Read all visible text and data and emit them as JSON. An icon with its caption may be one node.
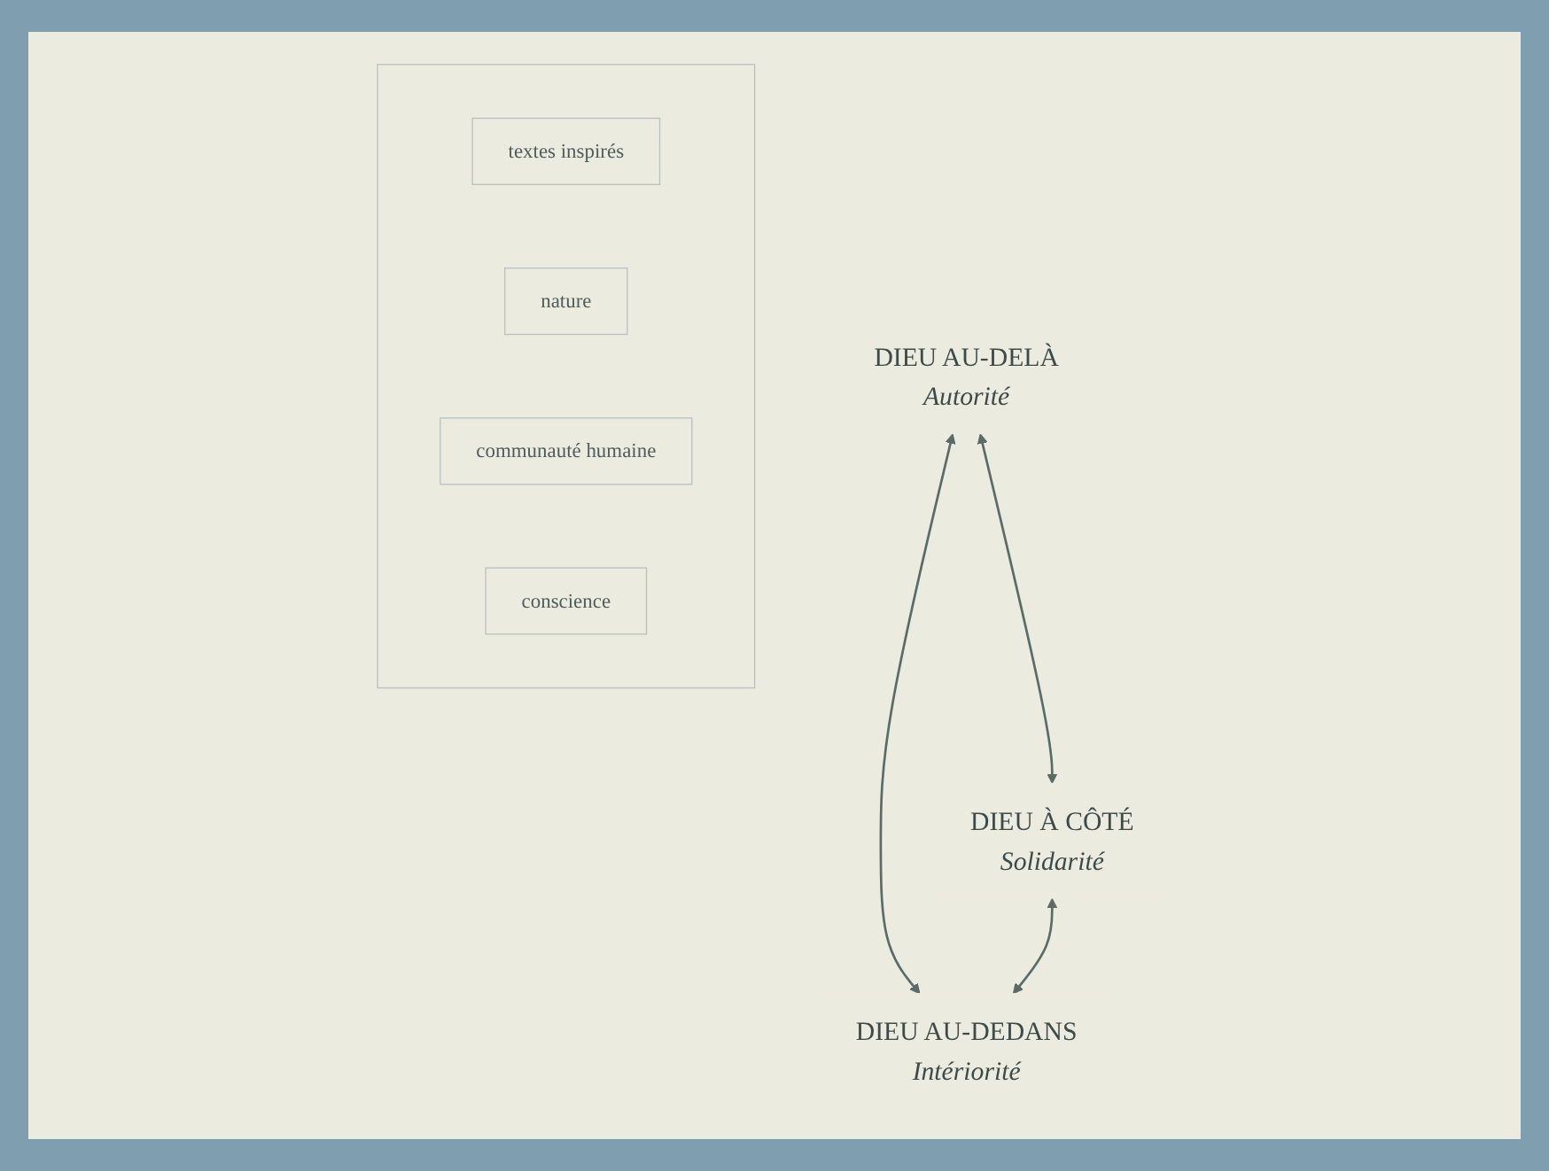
{
  "diagram": {
    "nodes": [
      {
        "text": [
          "DIEU AU-DELÀ",
          "Autorité"
        ]
      },
      {
        "text": [
          "DIEU À CÔTÉ",
          "Solidarité"
        ]
      },
      {
        "text": [
          "DIEU AU-DEDANS",
          "Intériorité"
        ]
      },
      {
        "text": [],
        "shape": "box"
      },
      {
        "text": [
          "textes inspirés"
        ],
        "in": 3
      },
      {
        "text": [
          "nature"
        ],
        "in": 3
      },
      {
        "text": [
          "communauté humaine"
        ],
        "in": 3
      },
      {
        "text": [
          "conscience"
        ],
        "in": 3
      }
    ],
    "edges": [
      {
        "from": 0,
        "to": 1,
        "arrow": "both"
      },
      {
        "from": 0,
        "to": 2,
        "arrow": "both"
      },
      {
        "from": 1,
        "to": 2,
        "arrow": "both"
      }
    ]
  }
}
